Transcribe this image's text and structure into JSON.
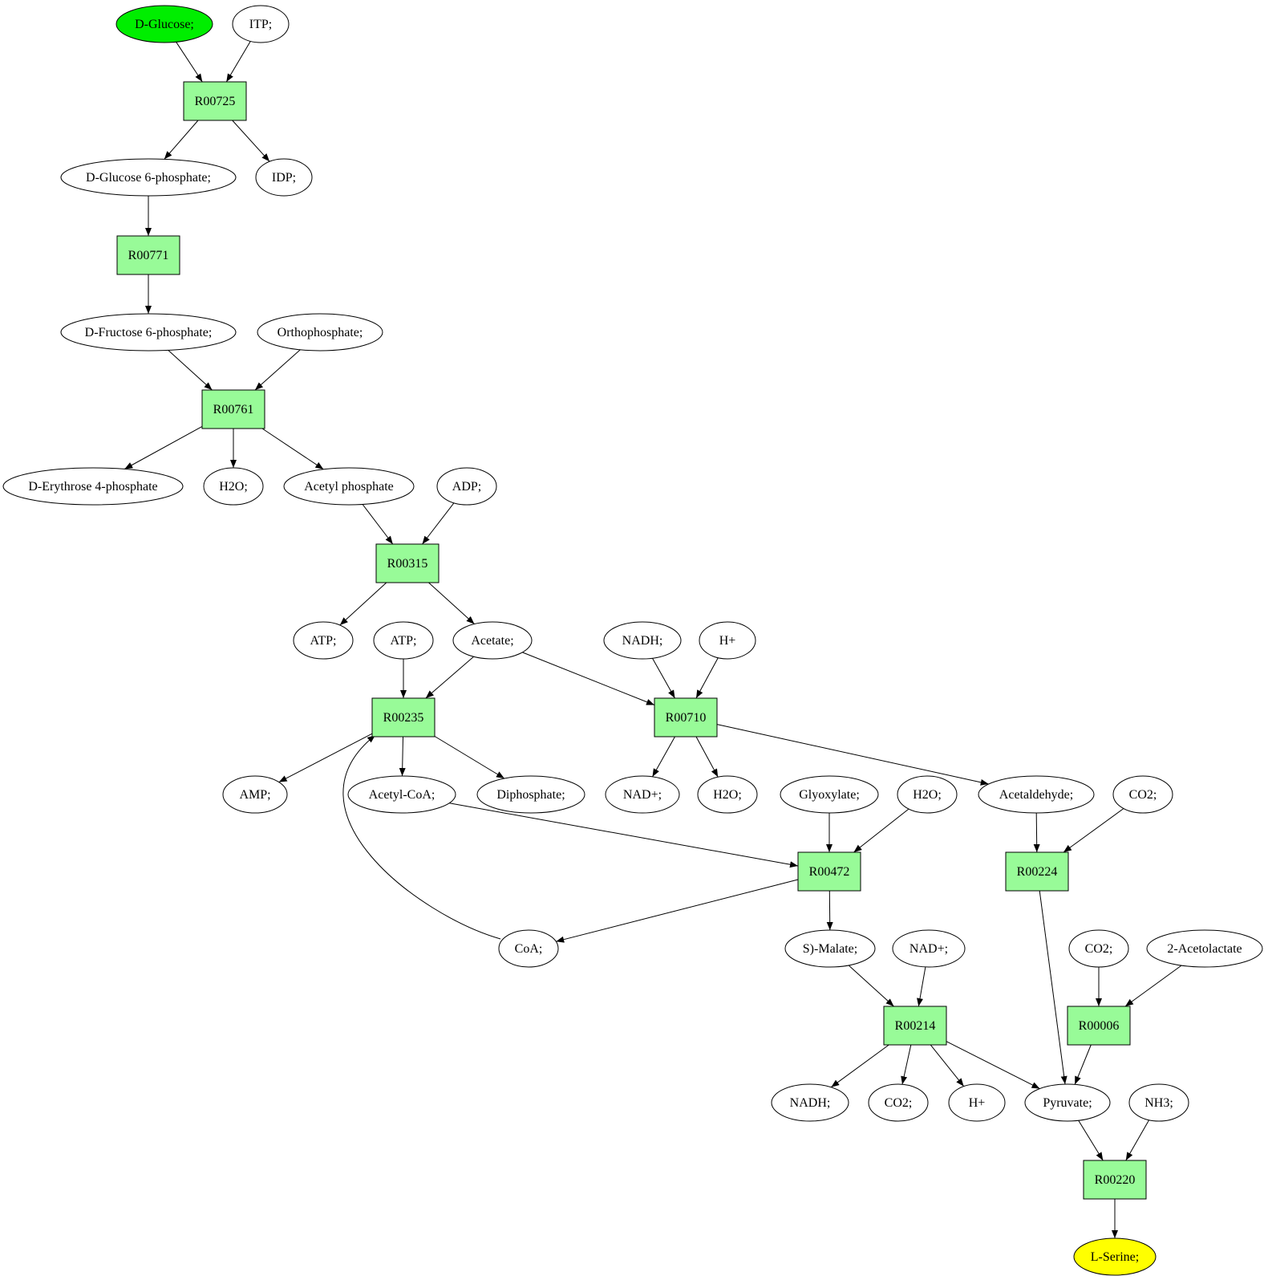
{
  "colors": {
    "reaction_fill": "#98fb98",
    "start_fill": "#00ee00",
    "end_fill": "#ffff00",
    "compound_fill": "#ffffff",
    "stroke": "#000000"
  },
  "diagram": {
    "type": "metabolic-pathway",
    "nodes": [
      {
        "id": "glucose",
        "label": "D-Glucose;",
        "kind": "start"
      },
      {
        "id": "itp",
        "label": "ITP;",
        "kind": "compound"
      },
      {
        "id": "R00725",
        "label": "R00725",
        "kind": "reaction"
      },
      {
        "id": "g6p",
        "label": "D-Glucose 6-phosphate;",
        "kind": "compound"
      },
      {
        "id": "idp",
        "label": "IDP;",
        "kind": "compound"
      },
      {
        "id": "R00771",
        "label": "R00771",
        "kind": "reaction"
      },
      {
        "id": "f6p",
        "label": "D-Fructose 6-phosphate;",
        "kind": "compound"
      },
      {
        "id": "ortho",
        "label": "Orthophosphate;",
        "kind": "compound"
      },
      {
        "id": "R00761",
        "label": "R00761",
        "kind": "reaction"
      },
      {
        "id": "e4p",
        "label": "D-Erythrose 4-phosphate",
        "kind": "compound"
      },
      {
        "id": "h2o_1",
        "label": "H2O;",
        "kind": "compound"
      },
      {
        "id": "acp",
        "label": "Acetyl phosphate",
        "kind": "compound"
      },
      {
        "id": "adp",
        "label": "ADP;",
        "kind": "compound"
      },
      {
        "id": "R00315",
        "label": "R00315",
        "kind": "reaction"
      },
      {
        "id": "atp_1",
        "label": "ATP;",
        "kind": "compound"
      },
      {
        "id": "atp_2",
        "label": "ATP;",
        "kind": "compound"
      },
      {
        "id": "acetate",
        "label": "Acetate;",
        "kind": "compound"
      },
      {
        "id": "nadh_1",
        "label": "NADH;",
        "kind": "compound"
      },
      {
        "id": "hplus_1",
        "label": "H+",
        "kind": "compound"
      },
      {
        "id": "R00235",
        "label": "R00235",
        "kind": "reaction"
      },
      {
        "id": "R00710",
        "label": "R00710",
        "kind": "reaction"
      },
      {
        "id": "amp",
        "label": "AMP;",
        "kind": "compound"
      },
      {
        "id": "acoa",
        "label": "Acetyl-CoA;",
        "kind": "compound"
      },
      {
        "id": "diphos",
        "label": "Diphosphate;",
        "kind": "compound"
      },
      {
        "id": "nadp_1",
        "label": "NAD+;",
        "kind": "compound"
      },
      {
        "id": "h2o_2",
        "label": "H2O;",
        "kind": "compound"
      },
      {
        "id": "glyox",
        "label": "Glyoxylate;",
        "kind": "compound"
      },
      {
        "id": "h2o_3",
        "label": "H2O;",
        "kind": "compound"
      },
      {
        "id": "acald",
        "label": "Acetaldehyde;",
        "kind": "compound"
      },
      {
        "id": "co2_1",
        "label": "CO2;",
        "kind": "compound"
      },
      {
        "id": "R00472",
        "label": "R00472",
        "kind": "reaction"
      },
      {
        "id": "R00224",
        "label": "R00224",
        "kind": "reaction"
      },
      {
        "id": "coa",
        "label": "CoA;",
        "kind": "compound"
      },
      {
        "id": "malate",
        "label": "S)-Malate;",
        "kind": "compound"
      },
      {
        "id": "nadp_2",
        "label": "NAD+;",
        "kind": "compound"
      },
      {
        "id": "co2_2",
        "label": "CO2;",
        "kind": "compound"
      },
      {
        "id": "acetolac",
        "label": "2-Acetolactate",
        "kind": "compound"
      },
      {
        "id": "R00214",
        "label": "R00214",
        "kind": "reaction"
      },
      {
        "id": "R00006",
        "label": "R00006",
        "kind": "reaction"
      },
      {
        "id": "nadh_2",
        "label": "NADH;",
        "kind": "compound"
      },
      {
        "id": "co2_3",
        "label": "CO2;",
        "kind": "compound"
      },
      {
        "id": "hplus_2",
        "label": "H+",
        "kind": "compound"
      },
      {
        "id": "pyruvate",
        "label": "Pyruvate;",
        "kind": "compound"
      },
      {
        "id": "nh3",
        "label": "NH3;",
        "kind": "compound"
      },
      {
        "id": "R00220",
        "label": "R00220",
        "kind": "reaction"
      },
      {
        "id": "serine",
        "label": "L-Serine;",
        "kind": "end"
      }
    ],
    "edges": [
      [
        "glucose",
        "R00725"
      ],
      [
        "itp",
        "R00725"
      ],
      [
        "R00725",
        "g6p"
      ],
      [
        "R00725",
        "idp"
      ],
      [
        "g6p",
        "R00771"
      ],
      [
        "R00771",
        "f6p"
      ],
      [
        "f6p",
        "R00761"
      ],
      [
        "ortho",
        "R00761"
      ],
      [
        "R00761",
        "e4p"
      ],
      [
        "R00761",
        "h2o_1"
      ],
      [
        "R00761",
        "acp"
      ],
      [
        "acp",
        "R00315"
      ],
      [
        "adp",
        "R00315"
      ],
      [
        "R00315",
        "atp_1"
      ],
      [
        "R00315",
        "acetate"
      ],
      [
        "atp_2",
        "R00235"
      ],
      [
        "acetate",
        "R00235"
      ],
      [
        "acetate",
        "R00710"
      ],
      [
        "nadh_1",
        "R00710"
      ],
      [
        "hplus_1",
        "R00710"
      ],
      [
        "R00235",
        "amp"
      ],
      [
        "R00235",
        "acoa"
      ],
      [
        "R00235",
        "diphos"
      ],
      [
        "R00710",
        "nadp_1"
      ],
      [
        "R00710",
        "h2o_2"
      ],
      [
        "R00710",
        "acald"
      ],
      [
        "acoa",
        "R00472"
      ],
      [
        "glyox",
        "R00472"
      ],
      [
        "h2o_3",
        "R00472"
      ],
      [
        "acald",
        "R00224"
      ],
      [
        "co2_1",
        "R00224"
      ],
      [
        "R00472",
        "coa"
      ],
      [
        "R00472",
        "malate"
      ],
      [
        "coa",
        "R00235"
      ],
      [
        "malate",
        "R00214"
      ],
      [
        "nadp_2",
        "R00214"
      ],
      [
        "co2_2",
        "R00006"
      ],
      [
        "acetolac",
        "R00006"
      ],
      [
        "R00214",
        "nadh_2"
      ],
      [
        "R00214",
        "co2_3"
      ],
      [
        "R00214",
        "hplus_2"
      ],
      [
        "R00214",
        "pyruvate"
      ],
      [
        "R00224",
        "pyruvate"
      ],
      [
        "R00006",
        "pyruvate"
      ],
      [
        "pyruvate",
        "R00220"
      ],
      [
        "nh3",
        "R00220"
      ],
      [
        "R00220",
        "serine"
      ]
    ]
  }
}
